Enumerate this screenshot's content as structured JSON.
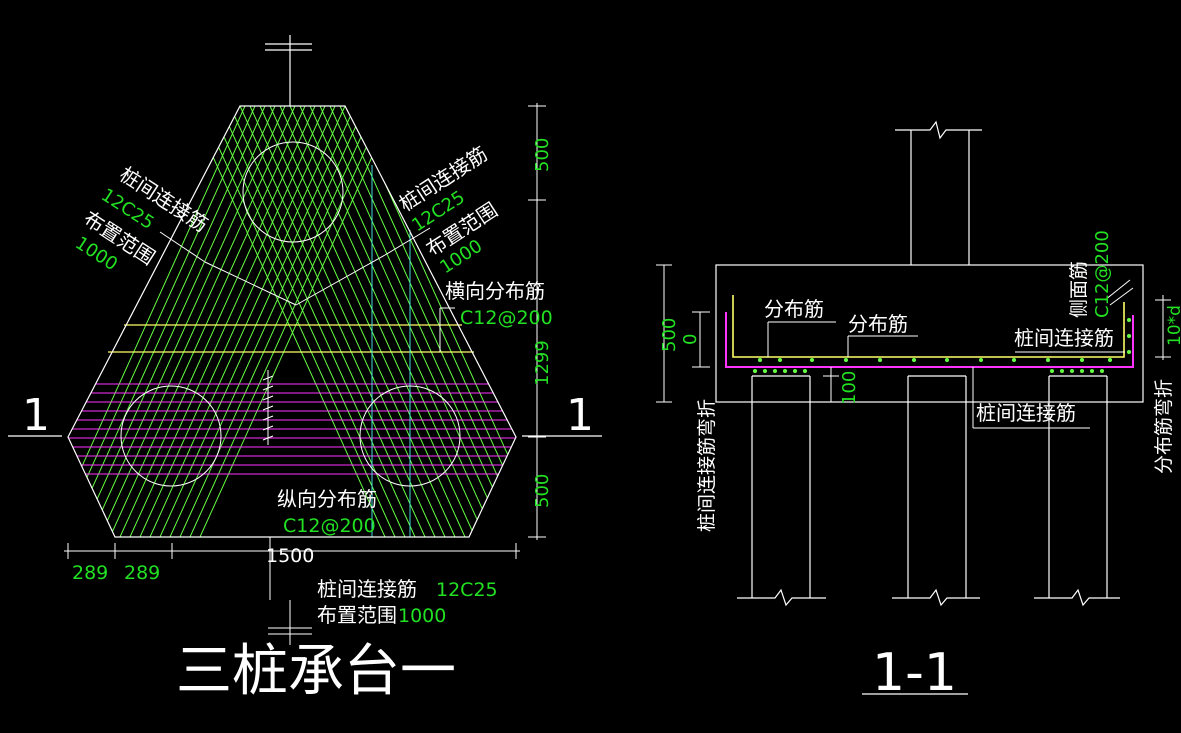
{
  "plan": {
    "title": "三桩承台一",
    "section_mark": "1",
    "label_left_name": "桩间连接筋",
    "label_left_bar": "12C25",
    "label_left_range": "布置范围",
    "label_left_range_val": "1000",
    "label_right_name": "桩间连接筋",
    "label_right_bar": "12C25",
    "label_right_range": "布置范围",
    "label_right_range_val": "1000",
    "transverse_name": "横向分布筋",
    "transverse_bar": "C12@200",
    "longitudinal_name": "纵向分布筋",
    "longitudinal_bar": "C12@200",
    "bottom_note_name": "桩间连接筋",
    "bottom_note_bar": "12C25",
    "bottom_note_range": "布置范围",
    "bottom_note_range_val": "1000",
    "dim_top": "500",
    "dim_mid": "1299",
    "dim_bottom": "500",
    "dim_left1": "289",
    "dim_left2": "289",
    "dim_width": "1500"
  },
  "section": {
    "title": "1-1",
    "distribution_1": "分布筋",
    "distribution_2": "分布筋",
    "side_bar_name": "侧面筋",
    "side_bar_spec": "C12@200",
    "connect_bar_1": "桩间连接筋",
    "connect_bar_2": "桩间连接筋",
    "left_vertical_note": "桩间连接筋弯折",
    "right_vertical_note": "分布筋弯折",
    "dim_height_a": "500",
    "dim_height_b": "0",
    "dim_cover": "100",
    "dim_right": "10*d"
  },
  "colors": {
    "line": "#ffffff",
    "green": "#22e022",
    "bright_green": "#66ff44",
    "magenta": "#ff33ff",
    "yellow": "#ffff66",
    "cyan": "#44dddd"
  }
}
